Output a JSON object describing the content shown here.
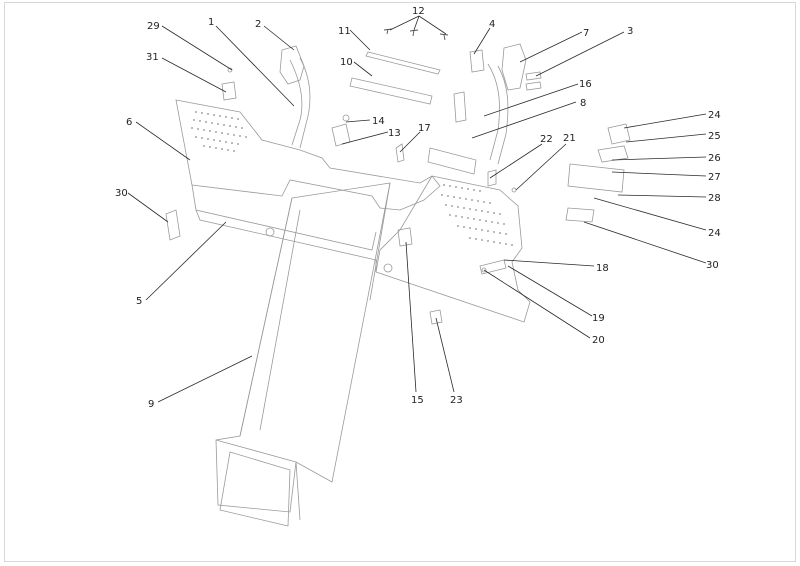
{
  "diagram": {
    "callouts": [
      {
        "id": "c29",
        "label": "29"
      },
      {
        "id": "c1",
        "label": "1"
      },
      {
        "id": "c2",
        "label": "2"
      },
      {
        "id": "c31",
        "label": "31"
      },
      {
        "id": "c6",
        "label": "6"
      },
      {
        "id": "c30a",
        "label": "30"
      },
      {
        "id": "c5",
        "label": "5"
      },
      {
        "id": "c9",
        "label": "9"
      },
      {
        "id": "c11",
        "label": "11"
      },
      {
        "id": "c10",
        "label": "10"
      },
      {
        "id": "c12",
        "label": "12"
      },
      {
        "id": "c14",
        "label": "14"
      },
      {
        "id": "c13",
        "label": "13"
      },
      {
        "id": "c17",
        "label": "17"
      },
      {
        "id": "c4",
        "label": "4"
      },
      {
        "id": "c7",
        "label": "7"
      },
      {
        "id": "c3",
        "label": "3"
      },
      {
        "id": "c16",
        "label": "16"
      },
      {
        "id": "c8",
        "label": "8"
      },
      {
        "id": "c22",
        "label": "22"
      },
      {
        "id": "c21",
        "label": "21"
      },
      {
        "id": "c24a",
        "label": "24"
      },
      {
        "id": "c25",
        "label": "25"
      },
      {
        "id": "c26",
        "label": "26"
      },
      {
        "id": "c27",
        "label": "27"
      },
      {
        "id": "c28",
        "label": "28"
      },
      {
        "id": "c24b",
        "label": "24"
      },
      {
        "id": "c30b",
        "label": "30"
      },
      {
        "id": "c18",
        "label": "18"
      },
      {
        "id": "c19",
        "label": "19"
      },
      {
        "id": "c20",
        "label": "20"
      },
      {
        "id": "c15",
        "label": "15"
      },
      {
        "id": "c23",
        "label": "23"
      }
    ]
  }
}
